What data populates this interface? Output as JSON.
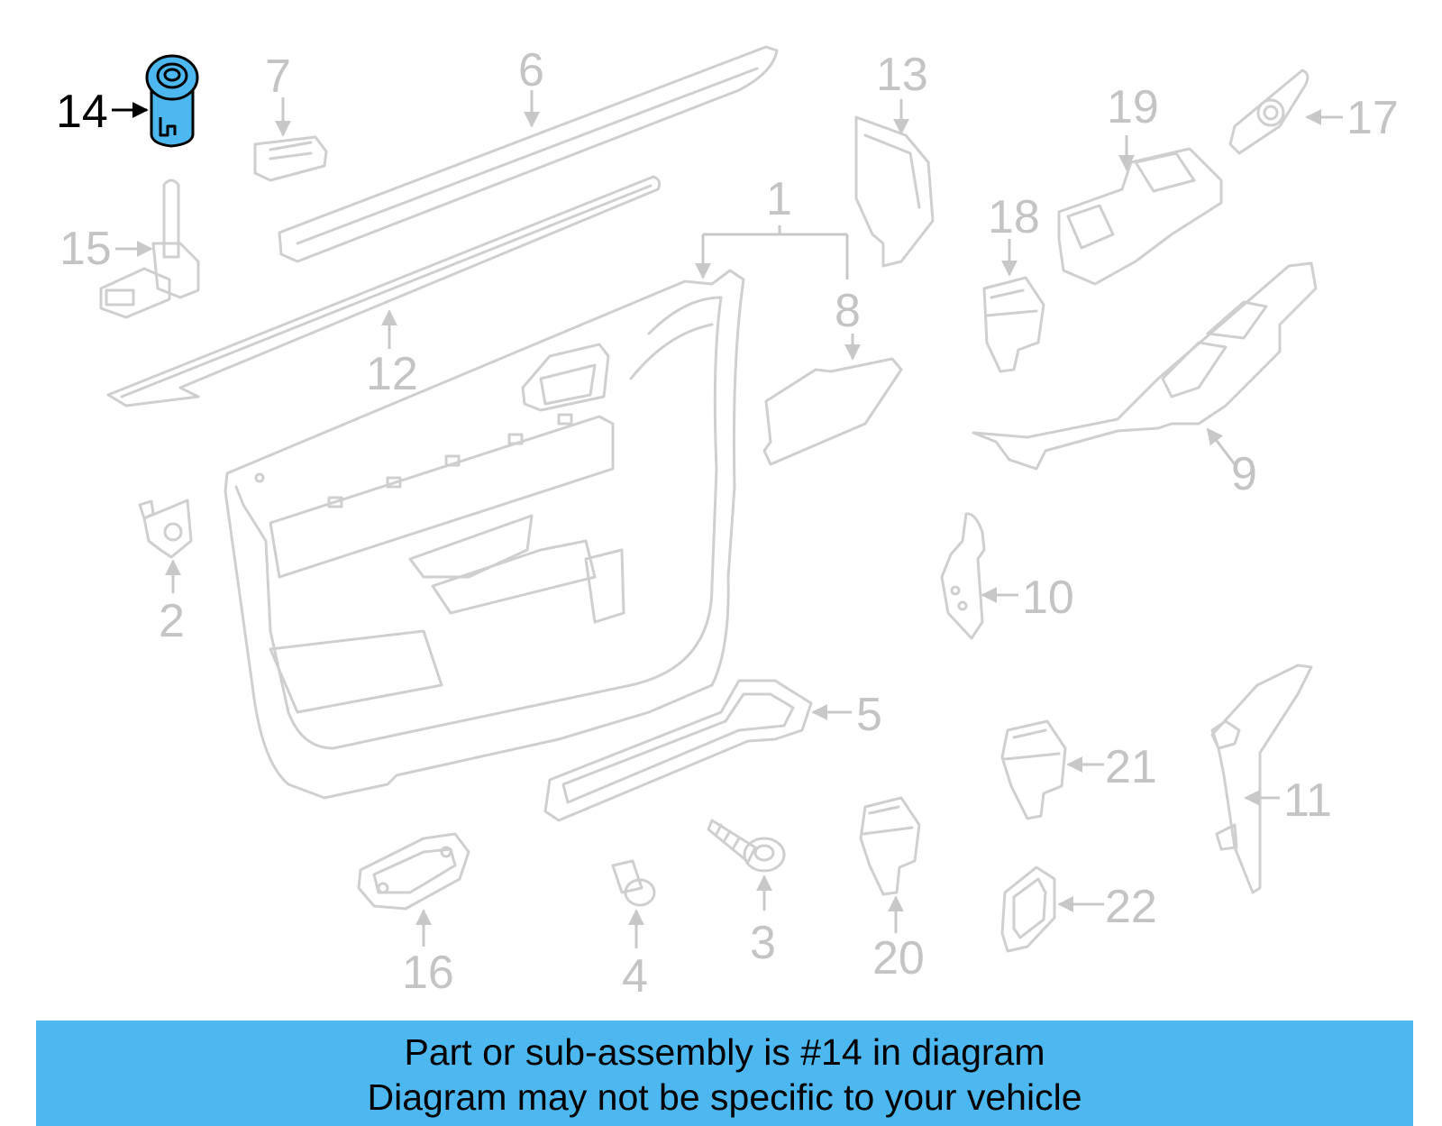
{
  "highlight": {
    "part_number": "14",
    "color": "#4db8ef"
  },
  "callouts": {
    "c1": "1",
    "c2": "2",
    "c3": "3",
    "c4": "4",
    "c5": "5",
    "c6": "6",
    "c7": "7",
    "c8": "8",
    "c9": "9",
    "c10": "10",
    "c11": "11",
    "c12": "12",
    "c13": "13",
    "c14": "14",
    "c15": "15",
    "c16": "16",
    "c17": "17",
    "c18": "18",
    "c19": "19",
    "c20": "20",
    "c21": "21",
    "c22": "22"
  },
  "banner": {
    "line1": "Part or sub-assembly is #14 in diagram",
    "line2": "Diagram may not be specific to your vehicle",
    "color": "#4db8ef"
  }
}
